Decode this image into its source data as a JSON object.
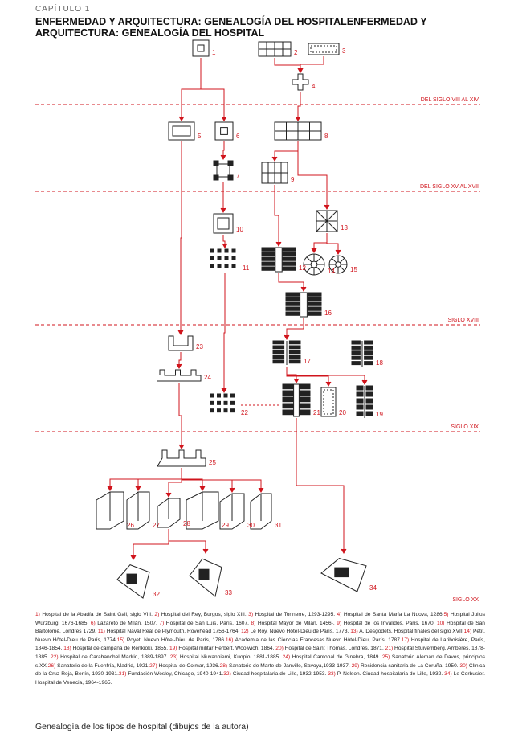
{
  "header": {
    "chapter": "CAPÍTULO 1",
    "title": "ENFERMEDAD Y ARQUITECTURA: GENEALOGÍA DEL HOSPITALENFERMEDAD Y ARQUITECTURA: GENEALOGÍA DEL HOSPITAL"
  },
  "eras": [
    "DEL SIGLO VIII AL XIV",
    "DEL SIGLO XV AL XVII",
    "SIGLO XVIII",
    "SIGLO XIX",
    "SIGLO XX"
  ],
  "nodes": [
    "1",
    "2",
    "3",
    "4",
    "5",
    "6",
    "7",
    "8",
    "9",
    "10",
    "11",
    "12",
    "13",
    "14",
    "15",
    "16",
    "17",
    "18",
    "19",
    "20",
    "21",
    "22",
    "23",
    "24",
    "25",
    "26",
    "27",
    "28",
    "29",
    "30",
    "31",
    "32",
    "33",
    "34"
  ],
  "legend": [
    {
      "n": "1)",
      "t": " Hospital de la Abadía de Saint Gall, siglo VIII. "
    },
    {
      "n": "2)",
      "t": " Hospital del Rey, Burgos, siglo XIII. "
    },
    {
      "n": "3)",
      "t": " Hospital de Tonnerre, 1293-1295. "
    },
    {
      "n": "4)",
      "t": " Hospital de Santa María La Nuova, 1286."
    },
    {
      "n": "5)",
      "t": " Hospital Julius Würzburg, 1676-1685. "
    },
    {
      "n": "6)",
      "t": " Lazareto de Milán, 1507. "
    },
    {
      "n": "7)",
      "t": " Hospital de San Luis, París, 1607. "
    },
    {
      "n": "8)",
      "t": " Hospital Mayor de Milán, 1456-. "
    },
    {
      "n": "9)",
      "t": " Hospital de los Inválidos, París, 1670. "
    },
    {
      "n": "10)",
      "t": " Hospital de San Bartolomé, Londres 1729. "
    },
    {
      "n": "11)",
      "t": " Hospital Naval Real de Plymouth, Rovehead 1756-1764. "
    },
    {
      "n": "12)",
      "t": " Le Roy. Nuevo Hôtel-Dieu de París, 1773. "
    },
    {
      "n": "13)",
      "t": " A. Desgodets. Hospital finales del siglo XVII."
    },
    {
      "n": "14)",
      "t": " Petit. Nuevo Hôtel-Dieu de París, 1774."
    },
    {
      "n": "15)",
      "t": " Poyet. Nuevo Hôtel-Dieu de París, 1786."
    },
    {
      "n": "16)",
      "t": " Academia de las Ciencias Francesas.Nuevo Hôtel-Dieu, París, 1787."
    },
    {
      "n": "17)",
      "t": " Hospital de Lariboisière, París, 1846-1854. "
    },
    {
      "n": "18)",
      "t": " Hospital de campaña de Renkioki, 1855. "
    },
    {
      "n": "19)",
      "t": " Hospital militar Herbert, Woolwich, 1864. "
    },
    {
      "n": "20)",
      "t": " Hospital de Saint Thomas, Londres, 1871. "
    },
    {
      "n": "21)",
      "t": " Hospital Stuivemberg, Amberes, 1878-1885. "
    },
    {
      "n": "22)",
      "t": " Hospital de Carabanchel Madrid, 1889-1897. "
    },
    {
      "n": "23)",
      "t": " Hospital Niuvanniemi, Kuopio, 1881-1885. "
    },
    {
      "n": "24)",
      "t": " Hospital Cantonal de Ginebra, 1849. "
    },
    {
      "n": "25)",
      "t": " Sanatorio Alemán de Davos, principios s.XX."
    },
    {
      "n": "26)",
      "t": " Sanatorio de la Fuenfría, Madrid, 1921."
    },
    {
      "n": "27)",
      "t": " Hospital de Colmar, 1936."
    },
    {
      "n": "28)",
      "t": " Sanatorio de Marte-de-Janville, Savoya,1933-1937. "
    },
    {
      "n": "29)",
      "t": " Residencia sanitaria de La Coruña, 1950. "
    },
    {
      "n": "30)",
      "t": " Clínica de la Cruz Roja, Berlín, 1930-1931."
    },
    {
      "n": "31)",
      "t": " Fundación Wesley, Chicago, 1940-1941."
    },
    {
      "n": "32)",
      "t": " Ciudad hospitalaria de Lille, 1932-1953. "
    },
    {
      "n": "33)",
      "t": " P. Nelson. Ciudad hospitalaria de Lille, 1932. "
    },
    {
      "n": "34)",
      "t": " Le Corbusier. Hospital de Venecia, 1964-1965."
    }
  ],
  "caption": "Genealogía de los tipos de hospital (dibujos de la autora)"
}
